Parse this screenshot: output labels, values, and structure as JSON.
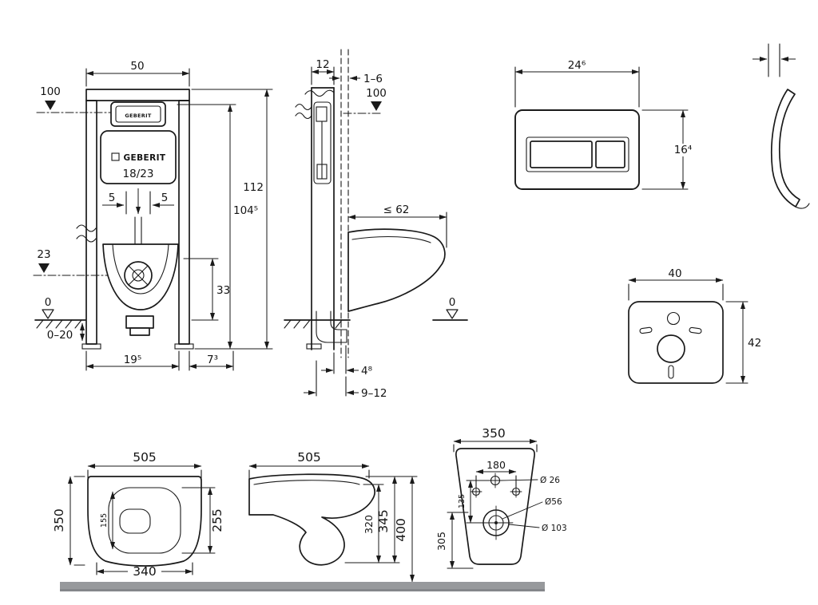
{
  "drawing": {
    "line_color": "#1a1a1a",
    "floor_color": "#97999c",
    "background": "#ffffff"
  },
  "frame_front": {
    "brand": "GEBERIT",
    "brand_small": "GEBERIT",
    "cistern_model": "18/23",
    "dim_width_top": "50",
    "dim_actuation_height": "100",
    "dim_total_height": "112",
    "dim_height_1045": "104⁵",
    "dim_offset_left": "5",
    "dim_offset_right": "5",
    "dim_outlet_level": "23",
    "dim_floor_level": "0",
    "dim_floor_adjust": "0–20",
    "dim_foot_span": "19⁵",
    "dim_side_offset": "7³",
    "dim_outlet_height": "33"
  },
  "frame_side": {
    "dim_depth": "12",
    "dim_wall_thickness": "1–6",
    "dim_actuation_height": "100",
    "dim_bowl_depth": "≤ 62",
    "dim_floor_level": "0",
    "dim_outlet_offset": "4⁸",
    "dim_outlet_depth": "9–12"
  },
  "flush_plate": {
    "dim_width": "24⁶",
    "dim_height": "16⁴"
  },
  "sound_pad": {
    "dim_width": "40",
    "dim_height": "42"
  },
  "bowl_top": {
    "dim_width": "505",
    "dim_depth": "350",
    "dim_inner_length": "155",
    "dim_seat_depth": "255",
    "dim_bottom_width": "340"
  },
  "bowl_side": {
    "dim_length": "505",
    "dim_height_320": "320",
    "dim_height_345": "345",
    "dim_height_400": "400"
  },
  "bowl_back": {
    "dim_width": "350",
    "dim_hole_spacing": "180",
    "dim_hole_height": "135",
    "dim_d26": "Ø 26",
    "dim_d56": "Ø56",
    "dim_d103": "Ø 103",
    "dim_outlet_height": "305"
  }
}
